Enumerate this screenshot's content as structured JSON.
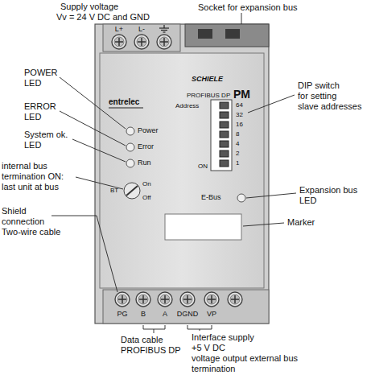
{
  "diagram": {
    "labels": [
      "Supply voltage",
      "Vv = 24 V DC and GND",
      "Socket for expansion bus",
      "POWER",
      "LED",
      "ERROR",
      "LED",
      "System ok.",
      "LED",
      "internal bus",
      "termination ON:",
      "last unit at bus",
      "Shield",
      "connection",
      "Two-wire cable",
      "DIP switch",
      "for setting",
      "slave addresses",
      "Expansion bus",
      "LED",
      "Marker",
      "Data cable",
      "PROFIBUS DP",
      "Interface supply",
      "+5 V DC",
      "voltage output external bus",
      "termination",
      "L+",
      "L-",
      "entrelec",
      "Power",
      "Error",
      "Run",
      "BT",
      "On",
      "Off",
      "SCHIELE",
      "PROFIBUS DP",
      "PM",
      "Address",
      "64",
      "32",
      "16",
      "8",
      "4",
      "2",
      "1",
      "ON",
      "E-Bus",
      "PG",
      "B",
      "A",
      "DGND",
      "VP"
    ]
  }
}
